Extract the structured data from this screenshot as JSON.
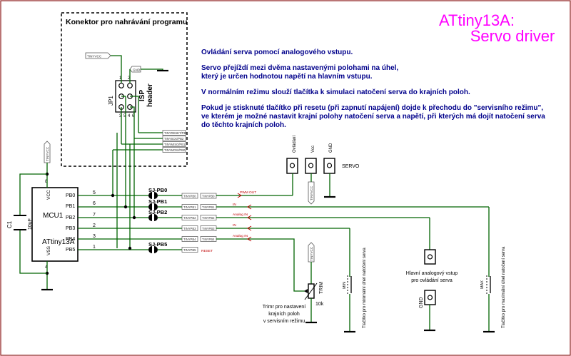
{
  "title": {
    "line1": "ATtiny13A:",
    "line2": "Servo driver",
    "color": "#ff00ff"
  },
  "wire_color": "#006400",
  "connector_box": {
    "title": "Konektor pro nahrávání programu"
  },
  "isp": {
    "ref": "JP1",
    "label1": "ISP",
    "label2": "header",
    "vcc_tag": "TINYVCC",
    "gnd_tag": "GND",
    "pin_numbers": [
      "1",
      "2",
      "3",
      "4",
      "5",
      "6"
    ],
    "tags": [
      "TINYRESET/PB5",
      "TINYSCK/PB2",
      "TINYMISO/PB1",
      "TINYMOSI/PB0"
    ]
  },
  "description": {
    "p1": "Ovládání serva pomocí analogového vstupu.",
    "p2a": "Servo přejíždí mezi dvěma nastavenými polohami na úhel,",
    "p2b": " který je určen hodnotou napětí na hlavním vstupu.",
    "p3": "V normálním režimu slouží tlačítka k simulaci natočení serva do krajních poloh.",
    "p4a": "Pokud je stisknuté tlačítko při resetu (při zapnutí napájení) dojde k přechodu do \"servisního režimu\",",
    "p4b": "ve kterém je možné nastavit krajní polohy natočení serva a napětí, při kterých má dojít natočení serva",
    "p4c": "do těchto krajních poloh."
  },
  "mcu": {
    "ref": "MCU1",
    "part": "ATtiny13A",
    "vcc_tag": "TINYVCC",
    "vcc_label": "VCC",
    "vss_label": "VSS",
    "vcc_pin": "8",
    "vss_pin": "4",
    "pins": [
      {
        "num": "5",
        "name": "PB0"
      },
      {
        "num": "6",
        "name": "PB1"
      },
      {
        "num": "7",
        "name": "PB2"
      },
      {
        "num": "2",
        "name": "PB3"
      },
      {
        "num": "3",
        "name": "PB4"
      },
      {
        "num": "1",
        "name": "PB5"
      }
    ]
  },
  "capacitor": {
    "ref": "C1",
    "value": "10uF"
  },
  "jumpers": [
    "SJ-PB0",
    "SJ-PB1",
    "SJ-PB2",
    "SJ-PB5"
  ],
  "net_tags": {
    "pb0": [
      "TINYPB0",
      "TINYPB0"
    ],
    "pb1": [
      "TINYPB1",
      "TINYPB1"
    ],
    "pb2": [
      "TINYPB2",
      "TINYPB2"
    ],
    "pb3": [
      "TINYPB3",
      "TINYPB3"
    ],
    "pb4": [
      "TINYPB4",
      "TINYPB4"
    ],
    "pb5": "TINYPB5"
  },
  "signals": {
    "pwm_out": "PWM OUT",
    "in1": "IN",
    "analog1": "Analog IN",
    "in2": "IN",
    "analog2": "Analog IN",
    "reset": "RESET"
  },
  "servo": {
    "name": "SERVO",
    "pins": [
      "Ovládání",
      "Vcc",
      "GND"
    ],
    "vcc_tag": "TINYVCC"
  },
  "trimmer": {
    "label": "TRIM",
    "value": "10k",
    "vcc_tag": "TINYVCC",
    "desc": [
      "Trimr pro nastavení",
      "krajních poloh",
      "v servisním režimu"
    ]
  },
  "btn_min": {
    "label": "MIN",
    "desc": "Tlačítko pro minimální úhel natočení serva"
  },
  "btn_max": {
    "label": "MAX",
    "desc": "Tlačítko pro maximální úhel natočení serva"
  },
  "analog_in": {
    "desc1": "Hlavní analogový vstup",
    "desc2": "pro ovládání serva",
    "gnd_label": "GND"
  }
}
